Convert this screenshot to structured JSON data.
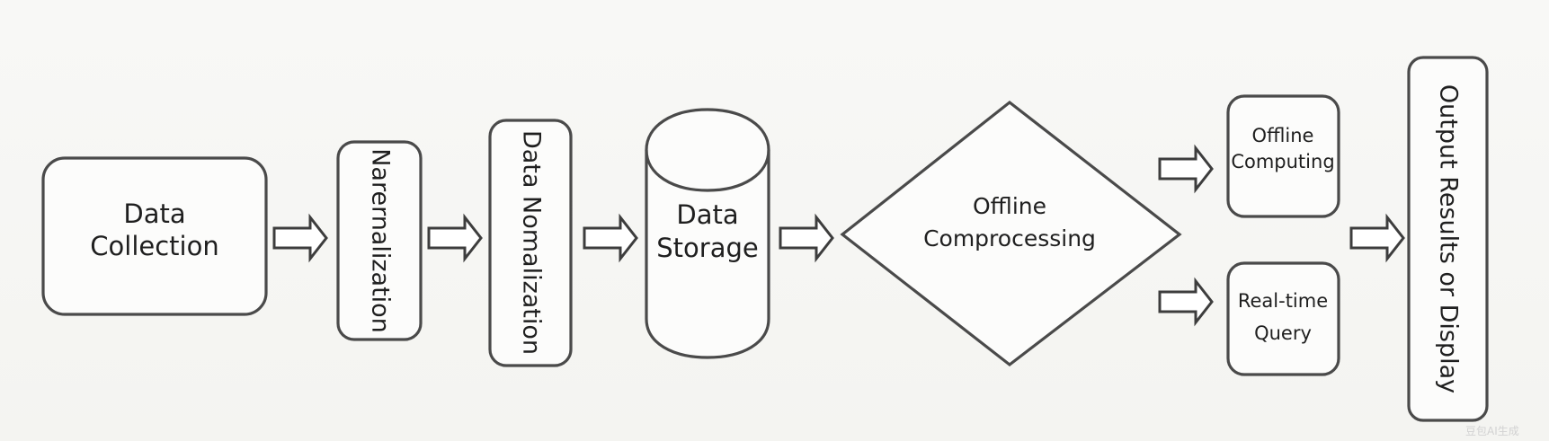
{
  "diagram": {
    "nodes": [
      {
        "id": "data-collection",
        "lines": [
          "Data",
          "Collection"
        ]
      },
      {
        "id": "normalization-1",
        "label": "Narernalization"
      },
      {
        "id": "normalization-2",
        "label": "Data Nomalization"
      },
      {
        "id": "data-storage",
        "lines": [
          "Data",
          "Storage"
        ]
      },
      {
        "id": "offline-comprocessing",
        "lines": [
          "Offline",
          "Comprocessing"
        ]
      },
      {
        "id": "offline-computing",
        "lines": [
          "Offline",
          "Computing"
        ]
      },
      {
        "id": "real-time-query",
        "lines": [
          "Real-time",
          "Query"
        ]
      },
      {
        "id": "output",
        "label": "Output Results or Display"
      }
    ],
    "watermark": "豆包AI生成"
  }
}
